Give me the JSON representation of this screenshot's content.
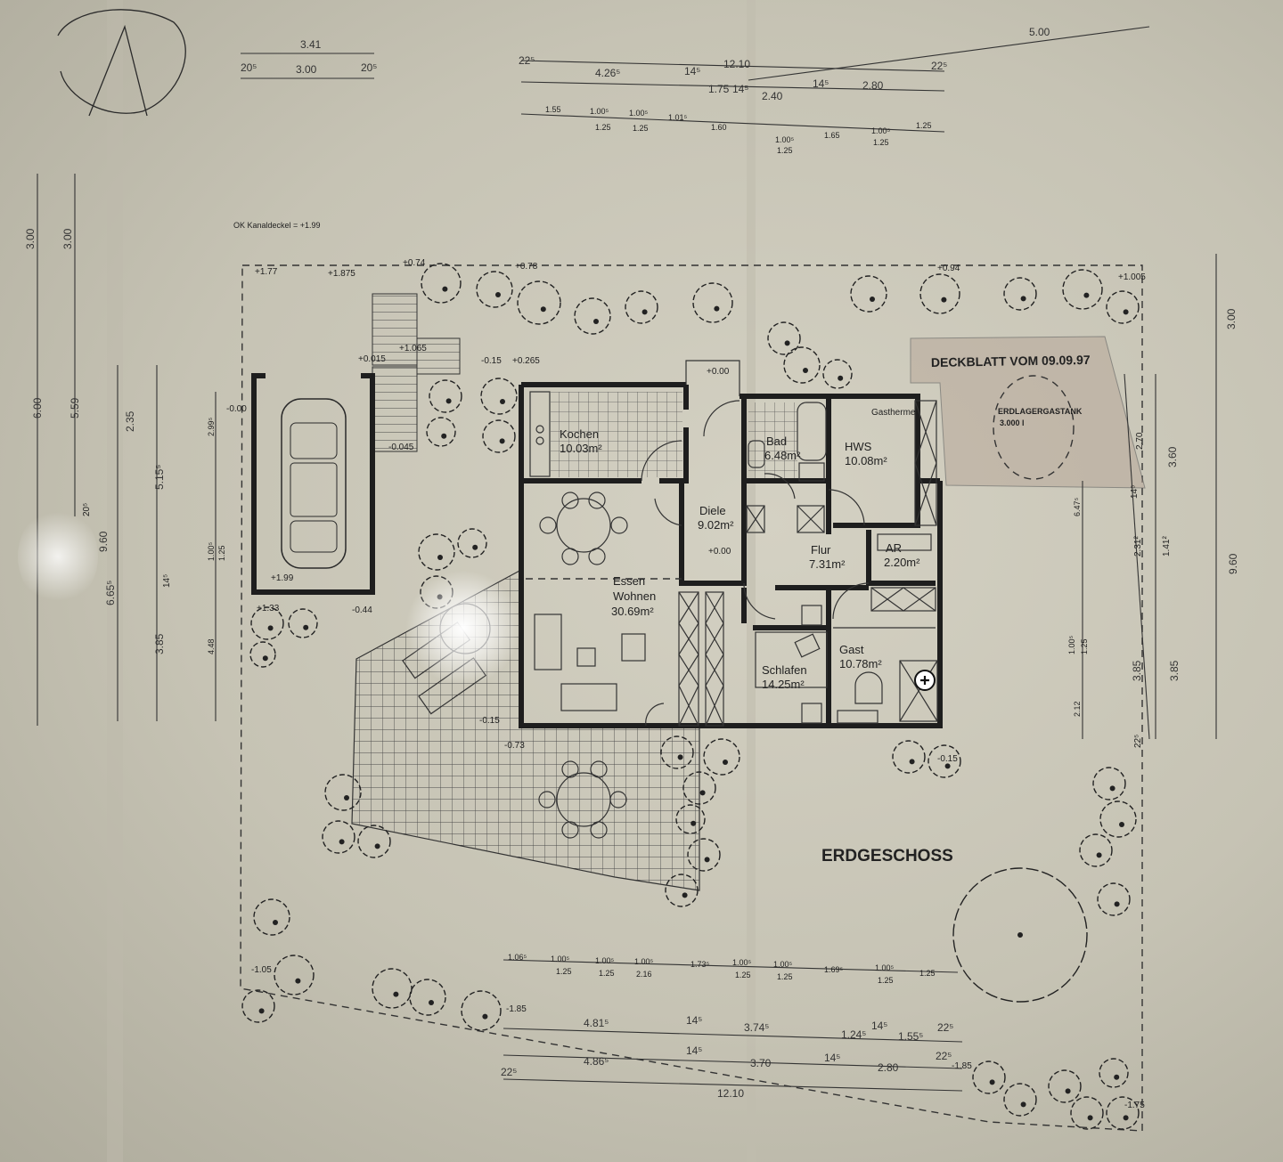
{
  "title": "ERDGESCHOSS",
  "deckblatt": "DECKBLATT VOM 09.09.97",
  "tank": {
    "line1": "ERDLAGERGASTANK",
    "line2": "3.000 l"
  },
  "kanal": "OK Kanaldeckel  = +1.99",
  "rooms": {
    "kochen": {
      "name": "Kochen",
      "area": "10.03m²"
    },
    "bad": {
      "name": "Bad",
      "area": "6.48m²"
    },
    "gastherme": {
      "name": "Gastherme"
    },
    "hws": {
      "name": "HWS",
      "area": "10.08m²"
    },
    "diele": {
      "name": "Diele",
      "area": "9.02m²"
    },
    "flur": {
      "name": "Flur",
      "area": "7.31m²"
    },
    "ar": {
      "name": "AR",
      "area": "2.20m²"
    },
    "essen": {
      "name": "Essen",
      "name2": "Wohnen",
      "area": "30.69m²"
    },
    "schlafen": {
      "name": "Schlafen",
      "area": "14.25m²"
    },
    "gast": {
      "name": "Gast",
      "area": "10.78m²"
    }
  },
  "dims": {
    "top_341": "3.41",
    "top_205a": "20⁵",
    "top_300": "3.00",
    "top_205b": "20⁵",
    "top_500": "5.00",
    "top_1210": "12.10",
    "top_225a": "22⁵",
    "top_426": "4.26⁵",
    "top_145a": "14⁵",
    "top_175": "1.75",
    "top_145b": "14⁵",
    "top_240": "2.40",
    "top_145c": "14⁵",
    "top_280": "2.80",
    "top_225b": "22⁵",
    "top_155": "1.55",
    "top_1005a": "1.00⁵",
    "top_125a": "1.25",
    "top_1005b": "1.00⁵",
    "top_125b": "1.25",
    "top_101": "1.01⁵",
    "top_160": "1.60",
    "top_1005c": "1.00⁵",
    "top_125c": "1.25",
    "top_165": "1.65",
    "top_1005d": "1.00⁵",
    "top_125d": "1.25",
    "top_125e": "1.25",
    "left_300a": "3.00",
    "left_300b": "3.00",
    "left_600": "6.00",
    "left_559": "5.59",
    "left_960": "9.60",
    "left_665": "6.65⁵",
    "left_385": "3.85",
    "left_235": "2.35",
    "left_515": "5.15⁵",
    "left_448": "4.48",
    "left_299": "2.99⁵",
    "left_1005": "1.00⁵",
    "left_125": "1.25",
    "left_145": "14⁵",
    "left_205": "20⁵",
    "right_300": "3.00",
    "right_960": "9.60",
    "right_360": "3.60",
    "right_270": "2.70",
    "right_385a": "3.85",
    "right_385b": "3.85",
    "right_2312": "2.31²",
    "right_1412": "1.41²",
    "right_647": "6.47⁵",
    "right_1005": "1.00⁵",
    "right_125": "1.25",
    "right_212": "2.12",
    "right_225": "22⁵",
    "right_145": "14⁵",
    "bot_106": "1.06⁵",
    "bot_1005a": "1.00⁵",
    "bot_125a": "1.25",
    "bot_1005b": "1.00⁵",
    "bot_125b": "1.25",
    "bot_1005c": "1.00⁵",
    "bot_216": "2.16",
    "bot_173": "1.73⁵",
    "bot_1005d": "1.00⁵",
    "bot_125c": "1.25",
    "bot_1005e": "1.00⁵",
    "bot_125d": "1.25",
    "bot_169": "1.69⁵",
    "bot_1005f": "1.00⁵",
    "bot_125e": "1.25",
    "bot_125f": "1.25",
    "bot_481": "4.81⁵",
    "bot_145a": "14⁵",
    "bot_374": "3.74⁵",
    "bot_124": "1.24⁵",
    "bot_145b": "14⁵",
    "bot_155": "1.55⁵",
    "bot_225a": "22⁵",
    "bot_486": "4.86⁵",
    "bot_145c": "14⁵",
    "bot_370": "3.70",
    "bot_145d": "14⁵",
    "bot_280": "2.80",
    "bot_225b": "22⁵",
    "bot_225c": "22⁵",
    "bot_1210": "12.10"
  },
  "levels": {
    "l1": "+1.77",
    "l2": "+1.875",
    "l3": "+0.74",
    "l4": "+0.78",
    "l5": "+0.94",
    "l6": "+1.005",
    "l7": "+0.015",
    "l8": "+1.065",
    "l9": "-0.15",
    "l10": "+0.265",
    "l11": "-0.00",
    "l12": "-0.045",
    "l13": "+0.00",
    "l14": "+0.00",
    "l15": "+1.99",
    "l16": "-0.44",
    "l17": "+1.33",
    "l18": "-0.15",
    "l19": "-0.73",
    "l20": "-0.15",
    "l21": "-1.05",
    "l22": "-1.85",
    "l23": "-1.85",
    "l24": "-1.75"
  }
}
